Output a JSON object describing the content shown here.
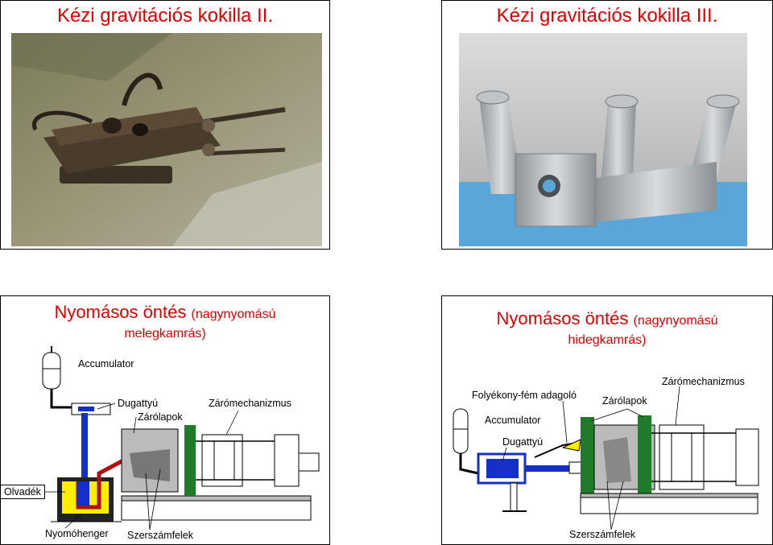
{
  "slides": {
    "s1": {
      "title": "Kézi gravitációs kokilla II."
    },
    "s2": {
      "title": "Kézi gravitációs kokilla III."
    },
    "s3": {
      "title_main": "Nyomásos öntés",
      "title_sub1": "(nagynyomású",
      "title_sub2": "melegkamrás)",
      "labels": {
        "accumulator": "Accumulator",
        "dugattyu": "Dugattyú",
        "zarolapok": "Zárólapok",
        "zaromechanizmus": "Zárómechanizmus",
        "olvadek": "Olvadék",
        "nyomohenger": "Nyomóhenger",
        "szerszamfelek": "Szerszámfelek"
      }
    },
    "s4": {
      "title_main": "Nyomásos öntés",
      "title_sub1": "(nagynyomású",
      "title_sub2": "hidegkamrás)",
      "labels": {
        "zaromechanizmus": "Zárómechanizmus",
        "adagolo": "Folyékony-fém adagoló",
        "zarolapok": "Zárólapok",
        "accumulator": "Accumulator",
        "dugattyu": "Dugattyú",
        "szerszamfelek": "Szerszámfelek"
      }
    }
  },
  "colors": {
    "title": "#e00000",
    "mold_green": "#1f7a2a",
    "piston_blue": "#1430c8",
    "melt_yellow": "#ffee00"
  }
}
